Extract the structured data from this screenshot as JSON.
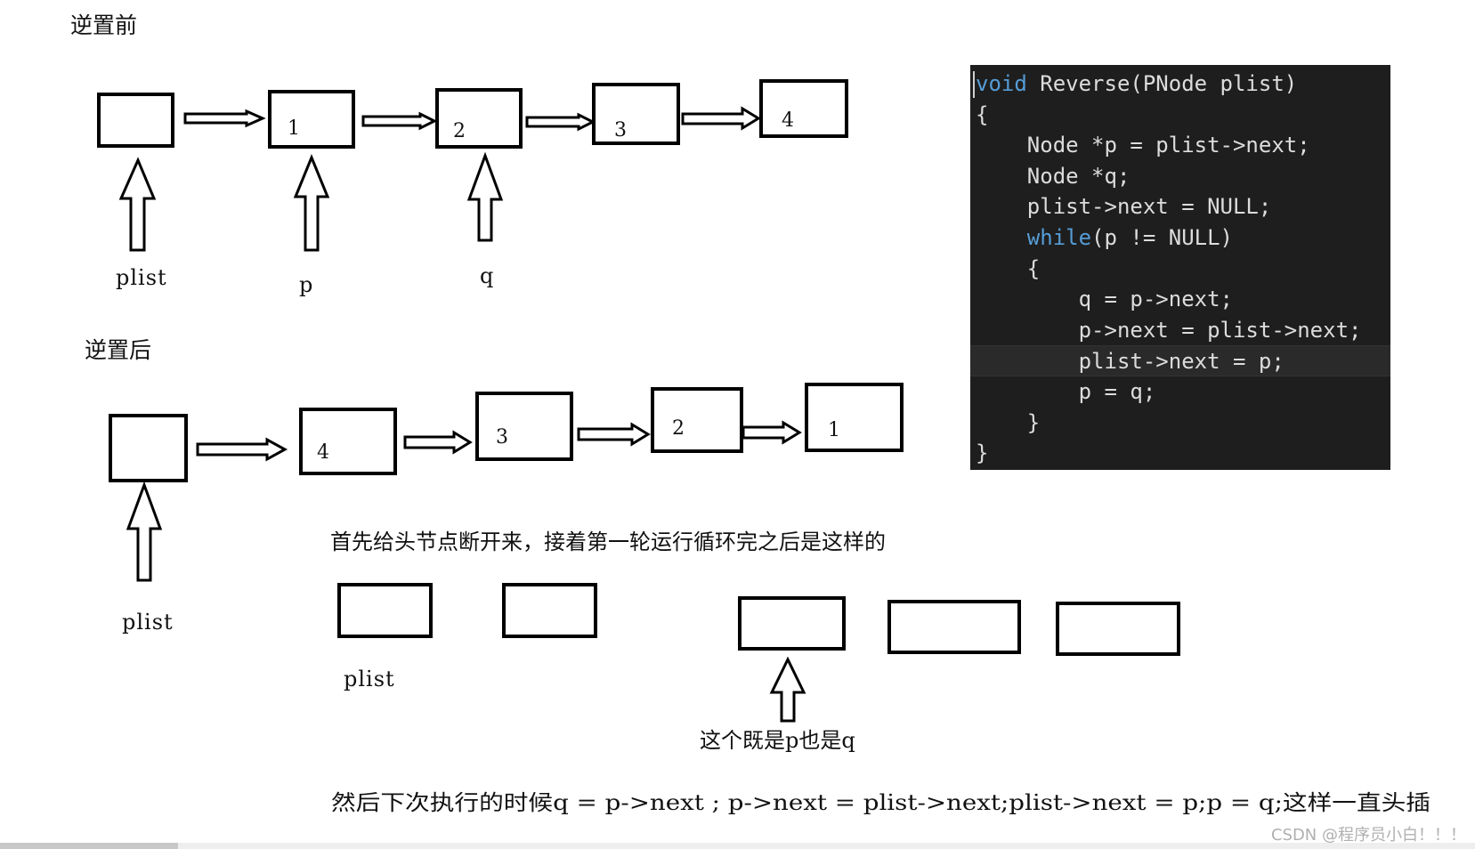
{
  "headings": {
    "before": "逆置前",
    "after": "逆置后"
  },
  "before_list": {
    "node_values": [
      "",
      "1",
      "2",
      "3",
      "4"
    ],
    "pointers": {
      "plist": "plist",
      "p": "p",
      "q": "q"
    }
  },
  "after_list": {
    "node_values": [
      "",
      "4",
      "3",
      "2",
      "1"
    ],
    "pointer": "plist"
  },
  "first_round": {
    "caption": "首先给头节点断开来，接着第一轮运行循环完之后是这样的",
    "head_label": "plist",
    "pointer_note": "这个既是p也是q"
  },
  "bottom_note": "然后下次执行的时候q = p->next ; p->next = plist->next;plist->next = p;p = q;这样一直头插",
  "code": {
    "lines": [
      {
        "kw": "void",
        "text": " Reverse(PNode plist)"
      },
      {
        "kw": "",
        "text": "{"
      },
      {
        "kw": "",
        "text": "    Node *p = plist->next;"
      },
      {
        "kw": "",
        "text": "    Node *q;"
      },
      {
        "kw": "",
        "text": "    plist->next = NULL;"
      },
      {
        "kw": "    while",
        "text": "(p != NULL)"
      },
      {
        "kw": "",
        "text": "    {"
      },
      {
        "kw": "",
        "text": "        q = p->next;"
      },
      {
        "kw": "",
        "text": "        p->next = plist->next;"
      },
      {
        "kw": "",
        "text": "        plist->next = p;"
      },
      {
        "kw": "",
        "text": "        p = q;"
      },
      {
        "kw": "",
        "text": "    }"
      },
      {
        "kw": "",
        "text": "}"
      }
    ],
    "highlighted_line": 9,
    "colors": {
      "background": "#1e1e1e",
      "keyword": "#569cd6",
      "text": "#dcdcdc"
    }
  },
  "watermark": "CSDN @程序员小白！！！"
}
